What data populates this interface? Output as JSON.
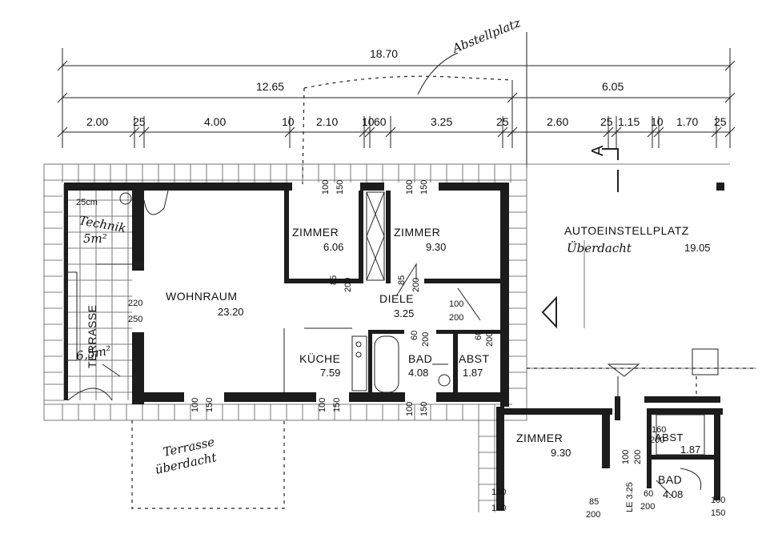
{
  "dimensions": {
    "total": "18.70",
    "left_total": "12.65",
    "right_total": "6.05",
    "segments": [
      "2.00",
      "25",
      "4.00",
      "10",
      "2.10",
      "10",
      "60",
      "3.25",
      "25",
      "2.60",
      "25",
      "1.15",
      "10",
      "1.70",
      "25"
    ]
  },
  "annotations": {
    "abstellplatz": "Abstellplatz",
    "section_mark": "A",
    "technik_size": "25cm",
    "technik": "Technik",
    "technik_area": "5m²",
    "terrasse_area": "6,5m²",
    "terrasse_ueberdacht_1": "Terrasse",
    "terrasse_ueberdacht_2": "überdacht",
    "carport_ueberdacht": "Überdacht",
    "le": "LE 3.25"
  },
  "rooms": {
    "zimmer1": {
      "name": "ZIMMER",
      "area": "6.06"
    },
    "zimmer2": {
      "name": "ZIMMER",
      "area": "9.30"
    },
    "wohnraum": {
      "name": "WOHNRAUM",
      "area": "23.20"
    },
    "diele": {
      "name": "DIELE",
      "area": "3.25"
    },
    "kueche": {
      "name": "KÜCHE",
      "area": "7.59"
    },
    "bad": {
      "name": "BAD",
      "area": "4.08"
    },
    "abst": {
      "name": "ABST",
      "area": "1.87"
    },
    "carport": {
      "name": "AUTOEINSTELLPLATZ",
      "area": "19.05"
    },
    "terrasse": {
      "name": "TERRASSE"
    },
    "zimmer3": {
      "name": "ZIMMER",
      "area": "9.30"
    },
    "abst2": {
      "name": "ABST",
      "area": "1.87"
    },
    "bad2": {
      "name": "BAD",
      "area": "4.08"
    }
  },
  "openings": {
    "o100": "100",
    "o150": "150",
    "o85": "85",
    "o200": "200",
    "o60": "60",
    "o220": "220",
    "o250": "250",
    "o160": "160"
  }
}
